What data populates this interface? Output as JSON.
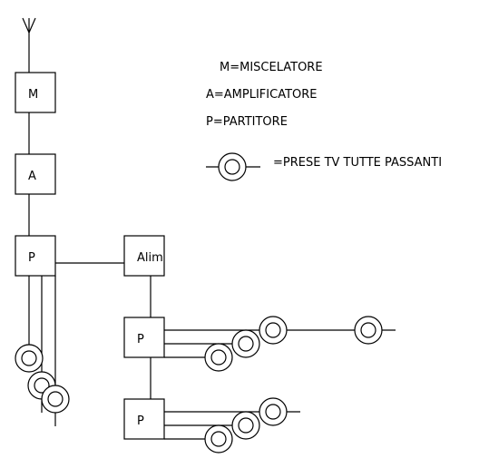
{
  "legend": {
    "mixer": "M=MISCELATORE",
    "amplifier": "A=AMPLIFICATORE",
    "splitter": "P=PARTITORE",
    "outlets": "=PRESE TV TUTTE PASSANTI"
  },
  "blocks": {
    "mixer": "M",
    "amplifier": "A",
    "splitter_main": "P",
    "power_supply": "Alim",
    "splitter_upper": "P",
    "splitter_lower": "P"
  }
}
